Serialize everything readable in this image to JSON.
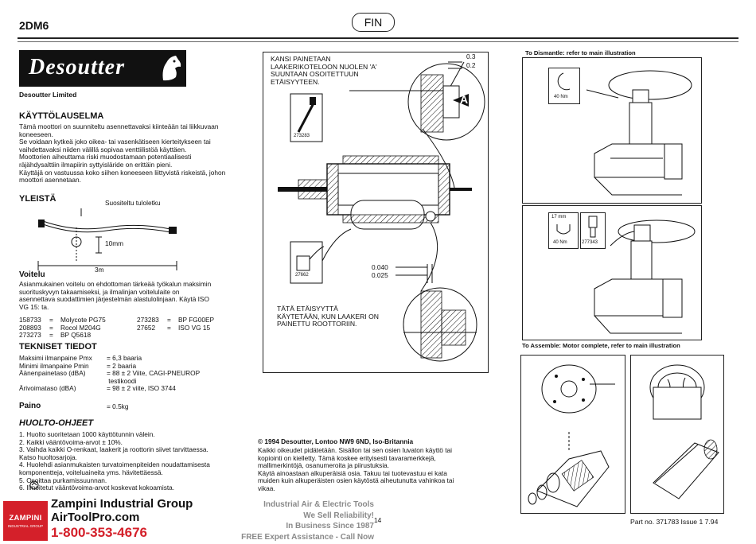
{
  "header": {
    "model": "2DM6",
    "language_badge": "FIN"
  },
  "brand": {
    "logo_text": "Desoutter",
    "company": "Desoutter Limited"
  },
  "intro": {
    "heading": "KÄYTTÖLAUSELMA",
    "lines": [
      "Tämä moottori on suunniteltu asennettavaksi kiinteään tai liikkuvaan",
      "koneeseen.",
      "Se voidaan kytkeä joko oikea- tai vasenkätiseen kierteitykseen tai",
      "vaihdettavaksi niiden välillä sopivaa venttiilistöä käyttäen.",
      " Moottorien aiheuttama riski muodostamaan potentiaalisesti",
      "räjähdysalttiin ilmapiirin syttyisläride on erittäin pieni.",
      "Käyttäjä on vastuussa koko siihen koneeseen liittyvistä riskeistä, johon",
      "moottori asennetaan."
    ]
  },
  "general": {
    "heading": "YLEISTÄ",
    "hose_label": "Suositeltu tuloletku",
    "dim_10mm": "10mm",
    "dim_3m": "3m"
  },
  "lubrication": {
    "heading": "Voitelu",
    "lines": [
      "Asianmukainen voitelu on ehdottoman tärkeää työkalun maksimin",
      "suorituskyvyn takaamiseksi, ja ilmalinjan voitelulaite on",
      "asennettava suodattimien järjestelmän alastulolinjaan. Käytä ISO",
      "VG 15: ta."
    ],
    "products_left": [
      {
        "code": "158733",
        "eq": "=",
        "name": "Molycote PG75"
      },
      {
        "code": "208893",
        "eq": "=",
        "name": "Rocol M204G"
      },
      {
        "code": "273273",
        "eq": "=",
        "name": "BP Q5618"
      }
    ],
    "products_right": [
      {
        "code": "273283",
        "eq": "=",
        "name": "BP FG00EP"
      },
      {
        "code": "27652",
        "eq": "=",
        "name": "ISO VG 15"
      }
    ]
  },
  "tech": {
    "heading": "TEKNISET TIEDOT",
    "rows": [
      {
        "label": "Maksimi ilmanpaine Pmx",
        "value": "= 6,3 baaria"
      },
      {
        "label": "Minimi ilmanpaine Pmin",
        "value": "= 2 baaria"
      },
      {
        "label": "Äänenpainetaso (dBA)",
        "value": "= 88 ± 2 Viite, CAGI-PNEUROP"
      },
      {
        "label": "",
        "value": "   testikoodi"
      },
      {
        "label": "Ärivoimataso (dBA)",
        "value": "= 98 ± 2 viite, ISO 3744"
      }
    ],
    "weight_label": "Paino",
    "weight_value": "= 0.5kg"
  },
  "service": {
    "heading": "HUOLTO-OHJEET",
    "items": [
      "1.   Huolto suoritetaan 1000 käyttötunnin välein.",
      "2.   Kaikki vääntövoima-arvot ± 10%.",
      "3.   Vaihda kaikki O-renkaat, laakerit ja roottorin siivet tarvittaessa.",
      "      Katso huoltosarjoja.",
      "4.   Huolehdi asianmukaisten turvatoimenpiteiden noudattamisesta",
      "      komponentteja, voiteluaineita yms. hävitettäessä.",
      "5.        Osoittaa purkamissuunnan.",
      "6.   Ilmoitetut vääntövoima-arvot koskevat kokoamista."
    ]
  },
  "center": {
    "note_top": [
      "KANSI PAINETAAN",
      "LAAKERIKOTELOON NUOLEN 'A'",
      "SUUNTAAN OSOITETTUUN",
      "ETÄISYYTEEN."
    ],
    "dim_03": "0.3",
    "dim_02": "0.2",
    "arrow_a": "A",
    "part_273283": "273283",
    "part_27662": "27662",
    "dim_040": "0.040",
    "dim_025": "0.025",
    "note_bottom": [
      "TÄTÄ ETÄISYYTTÄ",
      "KÄYTETÄÄN, KUN LAAKERI ON",
      "PAINETTU ROOTTORIIN."
    ]
  },
  "copyright": {
    "title": "© 1994 Desoutter, Lontoo NW9 6ND, Iso-Britannia",
    "lines": [
      "Kaikki oikeudet pidätetään. Sisällon tai sen osien luvaton käyttö tai",
      "kopiointi on kielletty. Tämä koskee erityisesti tavaramerkkejä,",
      "mallimerkintöjä, osanumeroita ja piirustuksia.",
      "Käytä ainoastaan alkuperäisiä osia. Takuu tai tuotevastuu ei kata",
      "muiden kuin alkuperäisten osien käytöstä aiheutunutta vahinkoa tai",
      "vikaa."
    ]
  },
  "right": {
    "dismantle_label": "To Dismantle: refer to main illustration",
    "assemble_label": "To Assemble: Motor complete, refer to main illustration",
    "torque_40nm_a": "40 Nm",
    "wrench_17mm": "17 mm",
    "torque_40nm_b": "40 Nm",
    "part_277343": "277343",
    "part_number": "Part no. 371783 Issue 1  7.94",
    "page_number": "14"
  },
  "footer": {
    "company": "Zampini Industrial Group",
    "website": "AirToolPro.com",
    "phone": "1-800-353-4676",
    "badge_top": "ZAMPINI",
    "badge_bottom": "INDUSTRIAL GROUP",
    "slogans": [
      "Industrial Air & Electric Tools",
      "We Sell Reliability!",
      "In Business Since 1987",
      "FREE Expert Assistance - Call Now"
    ]
  },
  "colors": {
    "footer_red": "#d4202a",
    "footer_gray": "#8a8a8a"
  }
}
